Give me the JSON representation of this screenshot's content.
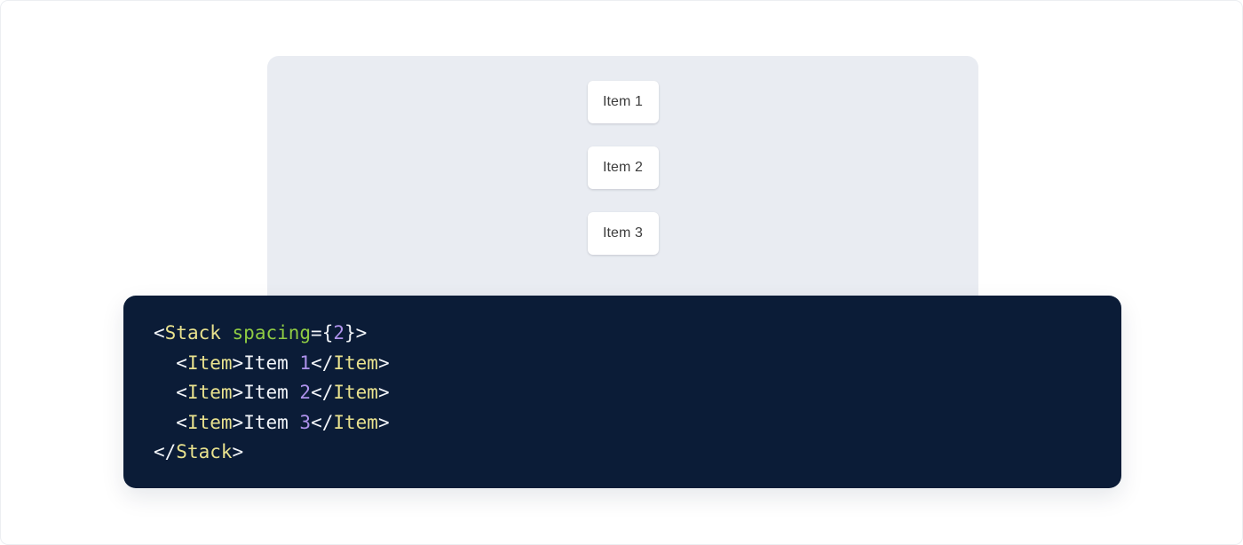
{
  "preview": {
    "panel_background": "#e9ecf2",
    "items": [
      {
        "label": "Item 1"
      },
      {
        "label": "Item 2"
      },
      {
        "label": "Item 3"
      }
    ]
  },
  "code": {
    "background": "#0b1c37",
    "language": "jsx",
    "colors": {
      "punctuation": "#f2f5f9",
      "tag": "#e9e28e",
      "attribute": "#8fcb43",
      "number": "#ae92ec",
      "text": "#f2f5f9"
    },
    "lines": [
      {
        "indent": "",
        "tokens": [
          {
            "t": "punct",
            "v": "<"
          },
          {
            "t": "tag",
            "v": "Stack"
          },
          {
            "t": "text",
            "v": " "
          },
          {
            "t": "attr",
            "v": "spacing"
          },
          {
            "t": "punct",
            "v": "={"
          },
          {
            "t": "num",
            "v": "2"
          },
          {
            "t": "punct",
            "v": "}>"
          }
        ]
      },
      {
        "indent": "  ",
        "tokens": [
          {
            "t": "punct",
            "v": "<"
          },
          {
            "t": "tag",
            "v": "Item"
          },
          {
            "t": "punct",
            "v": ">"
          },
          {
            "t": "text",
            "v": "Item "
          },
          {
            "t": "num",
            "v": "1"
          },
          {
            "t": "punct",
            "v": "</"
          },
          {
            "t": "tag",
            "v": "Item"
          },
          {
            "t": "punct",
            "v": ">"
          }
        ]
      },
      {
        "indent": "  ",
        "tokens": [
          {
            "t": "punct",
            "v": "<"
          },
          {
            "t": "tag",
            "v": "Item"
          },
          {
            "t": "punct",
            "v": ">"
          },
          {
            "t": "text",
            "v": "Item "
          },
          {
            "t": "num",
            "v": "2"
          },
          {
            "t": "punct",
            "v": "</"
          },
          {
            "t": "tag",
            "v": "Item"
          },
          {
            "t": "punct",
            "v": ">"
          }
        ]
      },
      {
        "indent": "  ",
        "tokens": [
          {
            "t": "punct",
            "v": "<"
          },
          {
            "t": "tag",
            "v": "Item"
          },
          {
            "t": "punct",
            "v": ">"
          },
          {
            "t": "text",
            "v": "Item "
          },
          {
            "t": "num",
            "v": "3"
          },
          {
            "t": "punct",
            "v": "</"
          },
          {
            "t": "tag",
            "v": "Item"
          },
          {
            "t": "punct",
            "v": ">"
          }
        ]
      },
      {
        "indent": "",
        "tokens": [
          {
            "t": "punct",
            "v": "</"
          },
          {
            "t": "tag",
            "v": "Stack"
          },
          {
            "t": "punct",
            "v": ">"
          }
        ]
      }
    ]
  }
}
